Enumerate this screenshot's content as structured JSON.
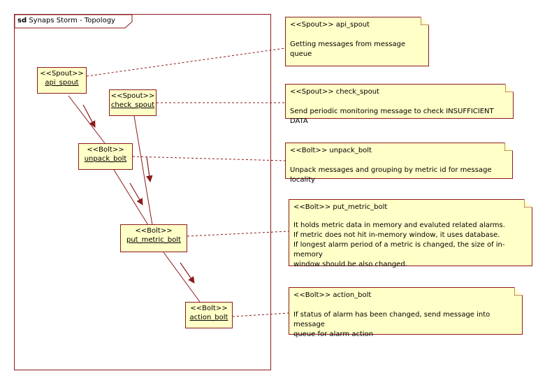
{
  "frame": {
    "keyword": "sd",
    "title": "Synaps Storm - Topology"
  },
  "nodes": {
    "api_spout": {
      "stereotype": "<<Spout>>",
      "name": "api_spout"
    },
    "check_spout": {
      "stereotype": "<<Spout>>",
      "name": "check_spout"
    },
    "unpack_bolt": {
      "stereotype": "<<Bolt>>",
      "name": "unpack_bolt"
    },
    "put_metric_bolt": {
      "stereotype": "<<Bolt>>",
      "name": "put_metric_bolt"
    },
    "action_bolt": {
      "stereotype": "<<Bolt>>",
      "name": "action_bolt"
    }
  },
  "notes": {
    "api_spout": {
      "head": "<<Spout>> api_spout",
      "body": "Getting messages from message queue"
    },
    "check_spout": {
      "head": "<<Spout>> check_spout",
      "body": "Send periodic monitoring message to check INSUFFICIENT DATA"
    },
    "unpack_bolt": {
      "head": "<<Bolt>> unpack_bolt",
      "body": "Unpack messages and grouping by metric id for message locality"
    },
    "put_metric_bolt": {
      "head": "<<Bolt>> put_metric_bolt",
      "body": "It holds metric data in memory and evaluted related alarms.\nIf metric does not hit in-memory window, it uses database.\nIf longest alarm period of a metric is changed, the size of in-memory\nwindow should be also changed."
    },
    "action_bolt": {
      "head": "<<Bolt>> action_bolt",
      "body": "If status of alarm has been changed, send message into message\nqueue for alarm action"
    }
  },
  "colors": {
    "border": "#8b1a1a",
    "fill": "#ffffc8"
  }
}
